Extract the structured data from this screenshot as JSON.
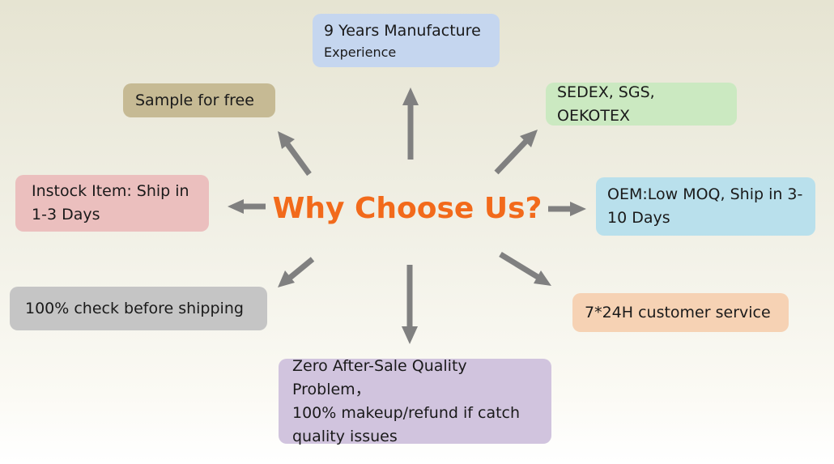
{
  "diagram": {
    "title": "Why Choose Us?",
    "colors": {
      "title": "#f26a1b",
      "arrow": "#808080"
    },
    "boxes": {
      "manufacture": {
        "line1": "9 Years Manufacture",
        "line2": "Experience",
        "color": "#c5d6ef"
      },
      "sample": {
        "text": "Sample for free",
        "color": "#c6ba94"
      },
      "certifications": {
        "text": "SEDEX, SGS, OEKOTEX",
        "color": "#cbe9c1"
      },
      "instock": {
        "line1": "Instock Item: Ship in",
        "line2": "1-3 Days",
        "color": "#ebbfbe"
      },
      "oem": {
        "line1": "OEM:Low MOQ, Ship in 3-",
        "line2": "10 Days",
        "color": "#b9e0ec"
      },
      "check": {
        "text": "100% check before shipping",
        "color": "#c5c5c5"
      },
      "service": {
        "text": "7*24H customer service",
        "color": "#f6d2b4"
      },
      "quality": {
        "line1": "Zero After-Sale Quality Problem，",
        "line2": "100% makeup/refund if catch",
        "line3": "quality issues",
        "color": "#d1c4de"
      }
    }
  }
}
